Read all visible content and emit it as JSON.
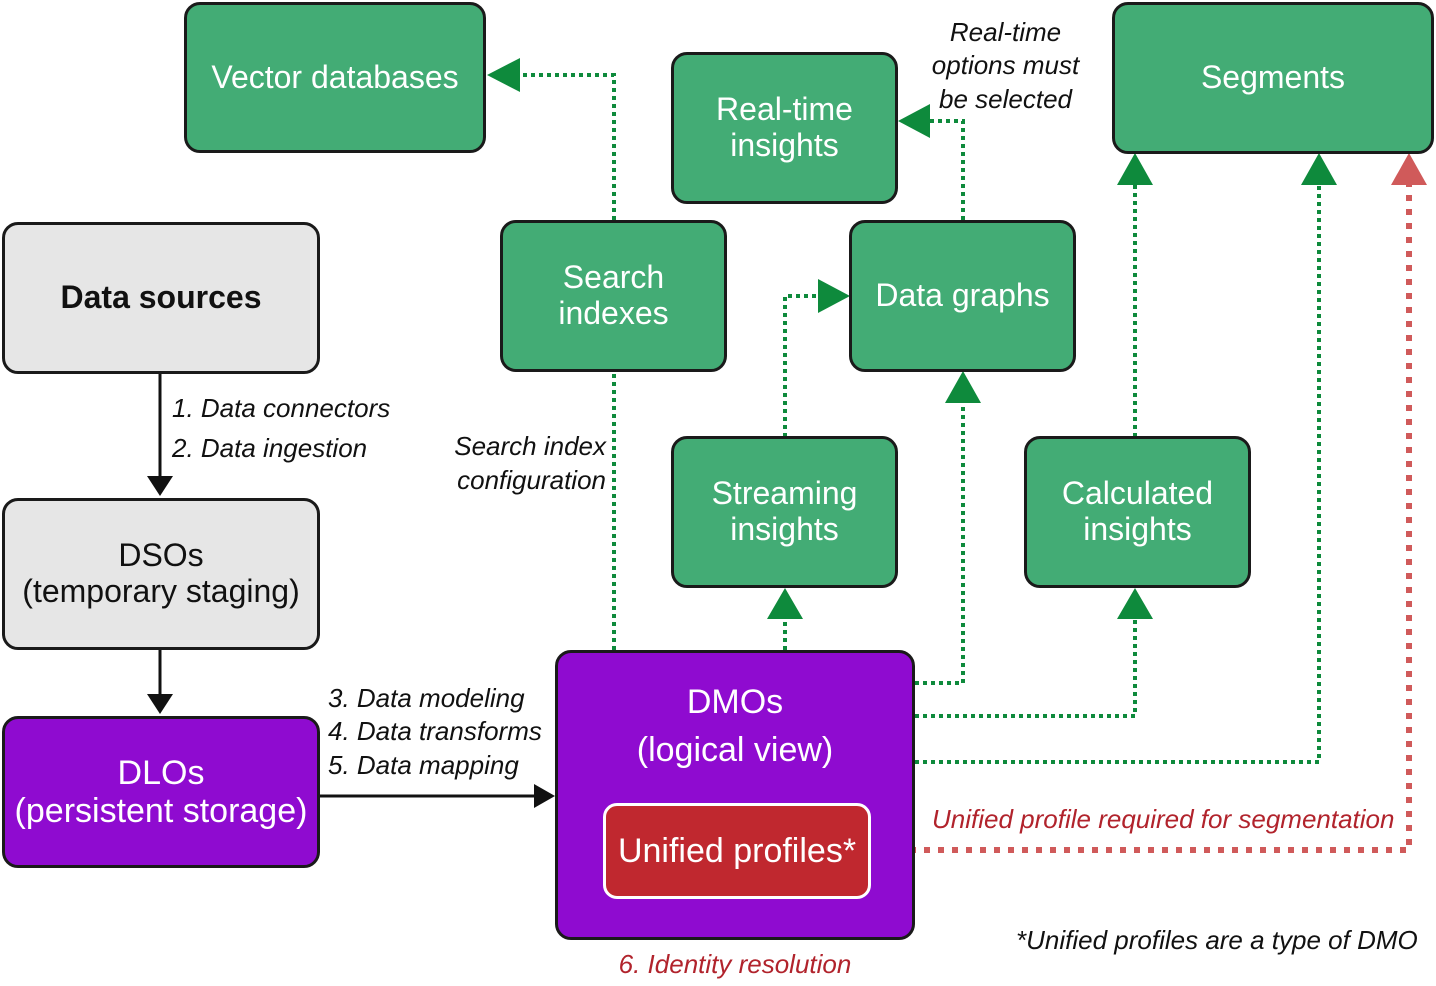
{
  "boxes": {
    "vector_databases": "Vector databases",
    "realtime_insights": "Real-time\ninsights",
    "segments": "Segments",
    "data_sources": "Data sources",
    "search_indexes": "Search\nindexes",
    "data_graphs": "Data graphs",
    "dsos": "DSOs\n(temporary staging)",
    "streaming_insights": "Streaming\ninsights",
    "calculated_insights": "Calculated\ninsights",
    "dlos": "DLOs\n(persistent storage)",
    "dmos": "DMOs\n(logical view)",
    "unified_profiles": "Unified profiles*"
  },
  "labels": {
    "realtime_note": "Real-time\noptions must\nbe selected",
    "ingestion_steps": "1. Data connectors\n2. Data ingestion",
    "search_index_config": "Search index\nconfiguration",
    "modeling_steps": "3. Data modeling\n4. Data transforms\n5. Data mapping",
    "segmentation_note": "Unified profile required for segmentation",
    "identity_resolution": "6. Identity resolution",
    "footnote": "*Unified profiles are a type of DMO"
  },
  "colors": {
    "green": "#43ac75",
    "purple": "#8f0bd0",
    "gray": "#e6e6e6",
    "red": "#c0282f",
    "red_dotted": "#d05a5a",
    "green_dotted": "#0e8a3c",
    "arrow_black": "#111111"
  }
}
